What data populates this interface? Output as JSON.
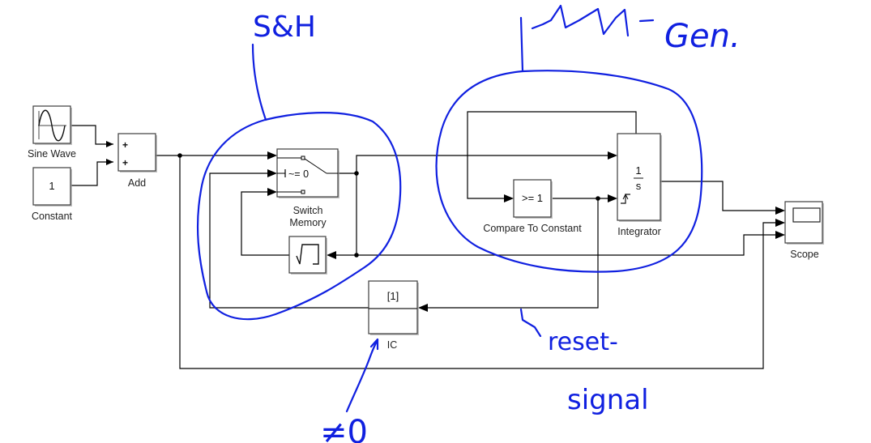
{
  "diagram": {
    "blocks": {
      "sine_wave": {
        "label": "Sine Wave"
      },
      "constant": {
        "label": "Constant",
        "value": "1"
      },
      "add": {
        "label": "Add",
        "signs": [
          "+",
          "+"
        ]
      },
      "switch_memory": {
        "label_line1": "Switch",
        "label_line2": "Memory",
        "condition": "~= 0"
      },
      "memory": {
        "label": ""
      },
      "compare": {
        "label": "Compare To Constant",
        "expr": ">= 1"
      },
      "integrator": {
        "label": "Integrator",
        "num": "1",
        "den": "s"
      },
      "scope": {
        "label": "Scope"
      },
      "ic": {
        "label": "IC",
        "value": "[1]"
      }
    },
    "annotations": {
      "sample_hold": "S&H",
      "sawtooth_gen": "Gen.",
      "reset_word1": "reset-",
      "reset_word2": "signal",
      "ic_note": "≠0"
    },
    "colors": {
      "ink": "#1020e0",
      "wire": "#000000",
      "block_border": "#3c3c3c"
    }
  }
}
